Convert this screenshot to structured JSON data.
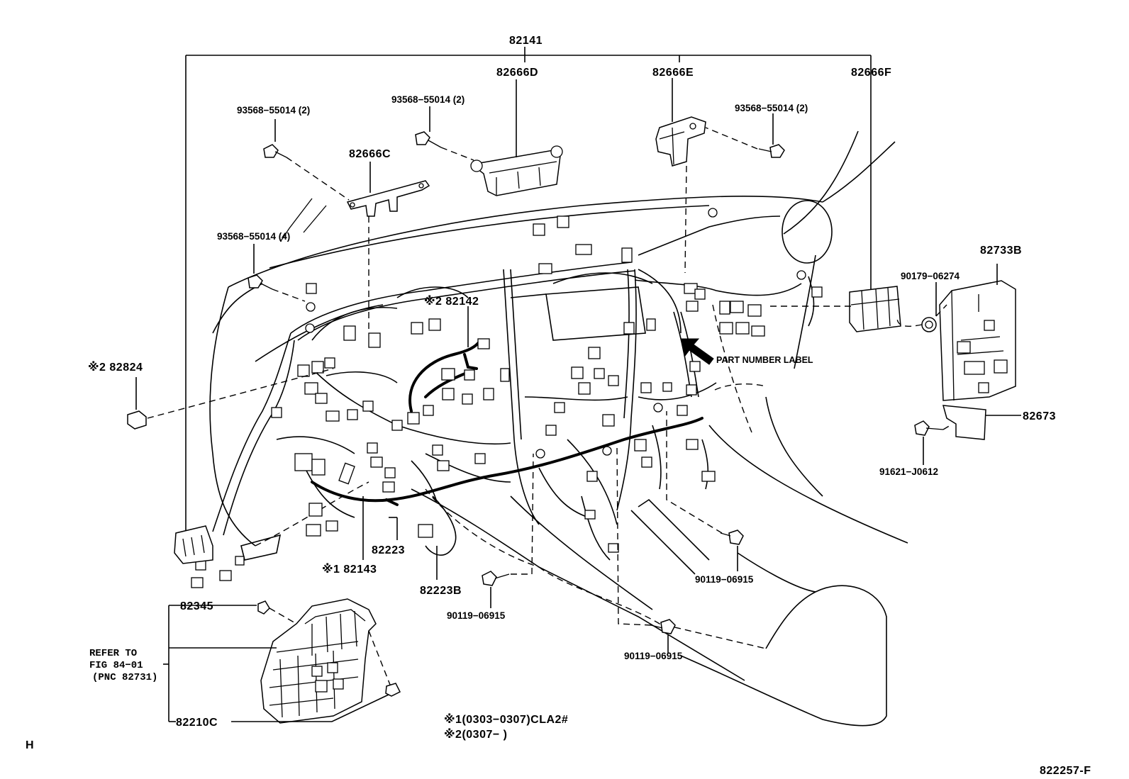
{
  "diagram_id": "822257-F",
  "corner_mark": "H",
  "labels": {
    "p82141": "82141",
    "p82666D": "82666D",
    "p82666E": "82666E",
    "p82666F": "82666F",
    "p82666C": "82666C",
    "bolt_tl": "93568−55014 (2)",
    "bolt_tc": "93568−55014 (2)",
    "bolt_tr": "93568−55014 (2)",
    "bolt_l4": "93568−55014 (4)",
    "p82142": "※2 82142",
    "p82824": "※2 82824",
    "part_number_label": "PART NUMBER LABEL",
    "p82733B": "82733B",
    "p90179": "90179−06274",
    "p82673": "82673",
    "p91621": "91621−J0612",
    "p82223": "82223",
    "p82143": "※1 82143",
    "p82223B": "82223B",
    "p90119_a": "90119−06915",
    "p90119_b": "90119−06915",
    "p90119_c": "90119−06915",
    "p82345": "82345",
    "p82210C": "82210C",
    "refer_1": "REFER TO",
    "refer_2": "FIG 84−01",
    "refer_3": "(PNC 82731)",
    "note_1": "※1(0303−0307)CLA2#",
    "note_2": "※2(0307−      )"
  }
}
